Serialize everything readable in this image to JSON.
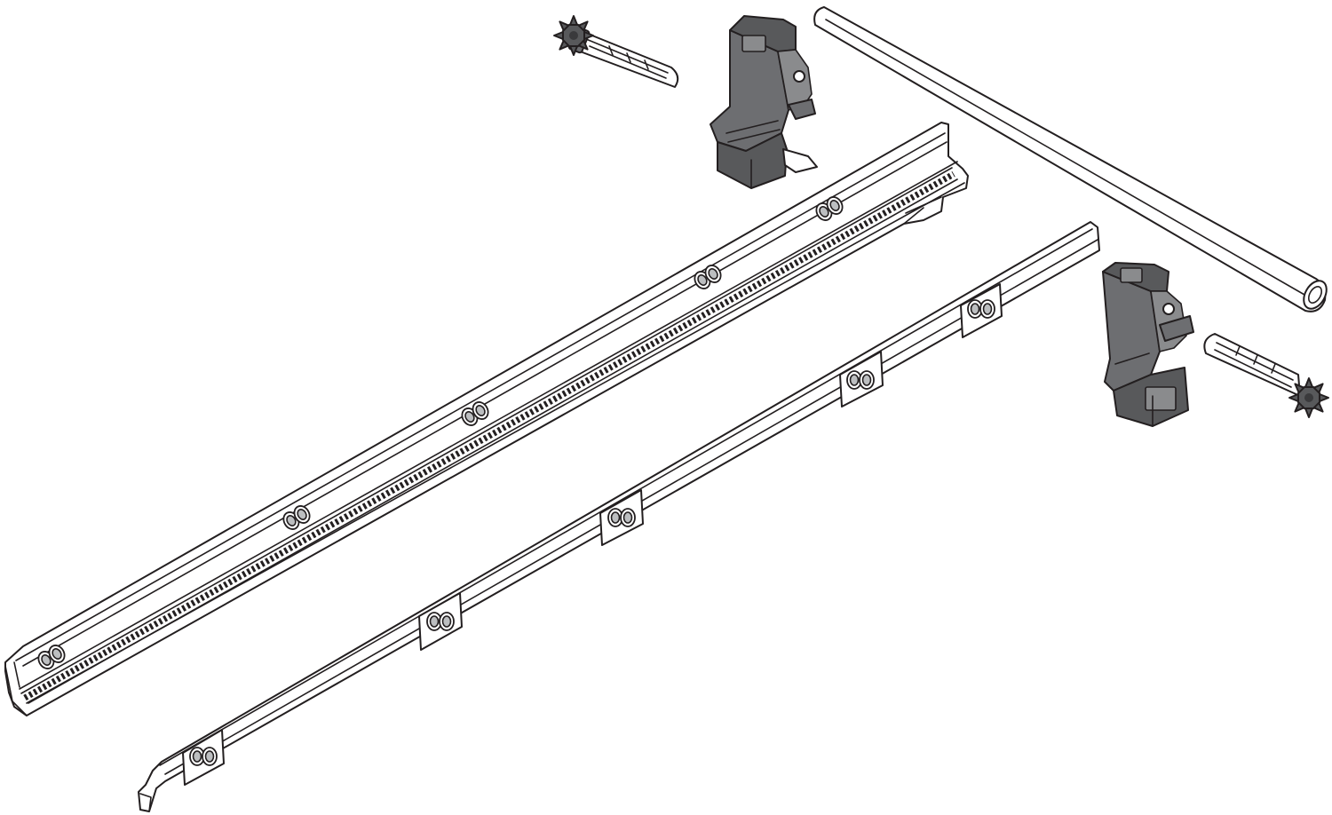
{
  "diagram": {
    "kind": "exploded-view",
    "colors": {
      "outline": "#231f20",
      "background": "#ffffff",
      "plastic_part": "#6d6e71",
      "plastic_shadow": "#58595b"
    },
    "parts": [
      {
        "name": "drawer-runner-rail",
        "count": 1
      },
      {
        "name": "cabinet-profile-rail",
        "count": 1
      },
      {
        "name": "synchronisation-rod",
        "count": 1
      },
      {
        "name": "coupling-clip",
        "count": 2
      },
      {
        "name": "expansion-dowel",
        "count": 2
      }
    ]
  }
}
